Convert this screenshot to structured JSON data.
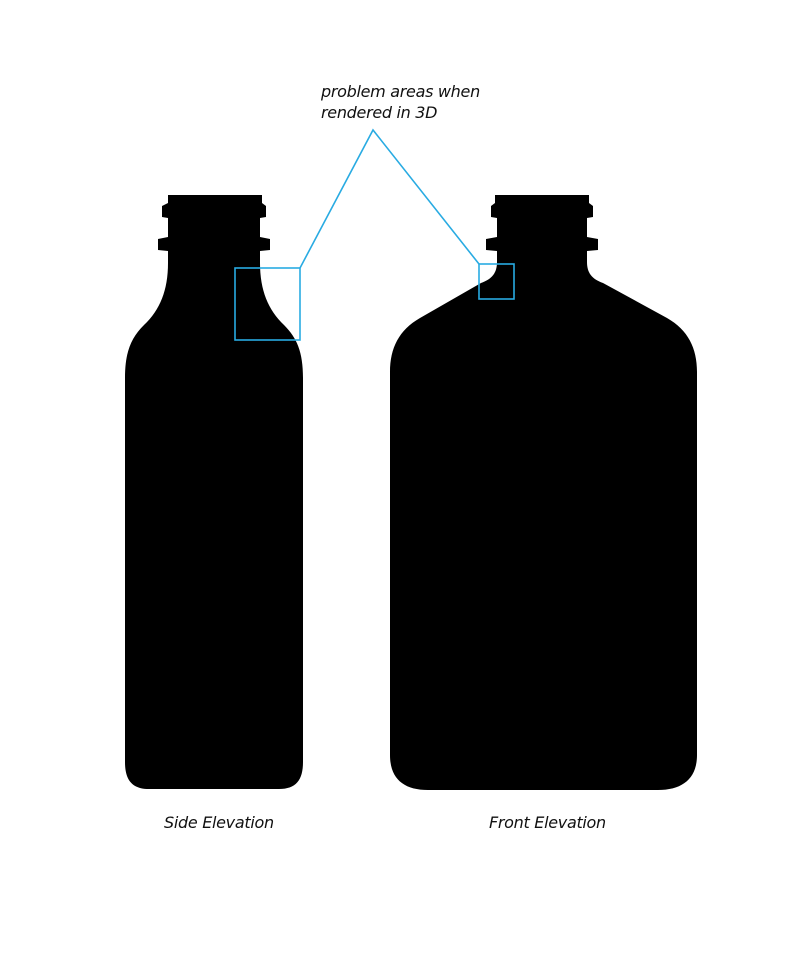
{
  "annotation": {
    "line1": "problem areas when",
    "line2": "rendered in 3D"
  },
  "captions": {
    "side": "Side Elevation",
    "front": "Front Elevation"
  },
  "colors": {
    "silhouette": "#000000",
    "highlight": "#29abe2",
    "background": "#ffffff"
  }
}
